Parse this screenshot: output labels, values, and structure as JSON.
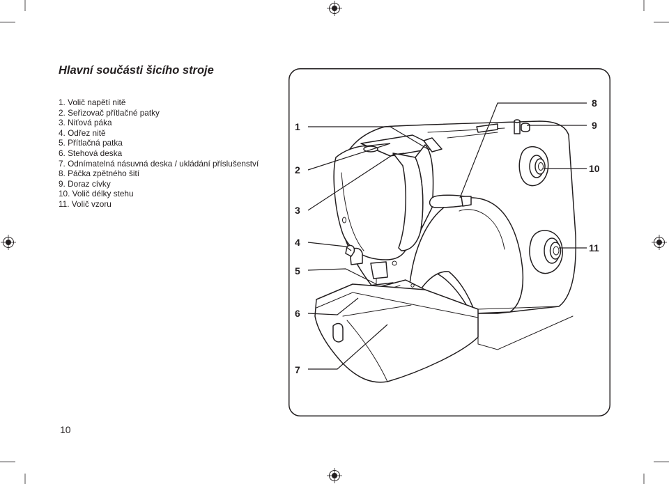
{
  "page": {
    "title": "Hlavní součásti šicího stroje",
    "page_number": "10"
  },
  "parts": [
    "1.  Volič napětí nitě",
    "2.  Seřizovač přítlačné patky",
    "3.  Niťová páka",
    "4.  Odřez nitě",
    "5.  Přítlačná patka",
    "6.  Stehová deska",
    "7.  Odnímatelná násuvná deska / ukládání příslušenství",
    "8.  Páčka zpětného šití",
    "9.  Doraz cívky",
    "10. Volič délky stehu",
    "11. Volič vzoru"
  ],
  "callouts": [
    "1",
    "2",
    "3",
    "4",
    "5",
    "6",
    "7",
    "8",
    "9",
    "10",
    "11"
  ],
  "colors": {
    "ink": "#231f20",
    "paper": "#ffffff"
  },
  "icons": [
    "registration-mark-icon"
  ]
}
